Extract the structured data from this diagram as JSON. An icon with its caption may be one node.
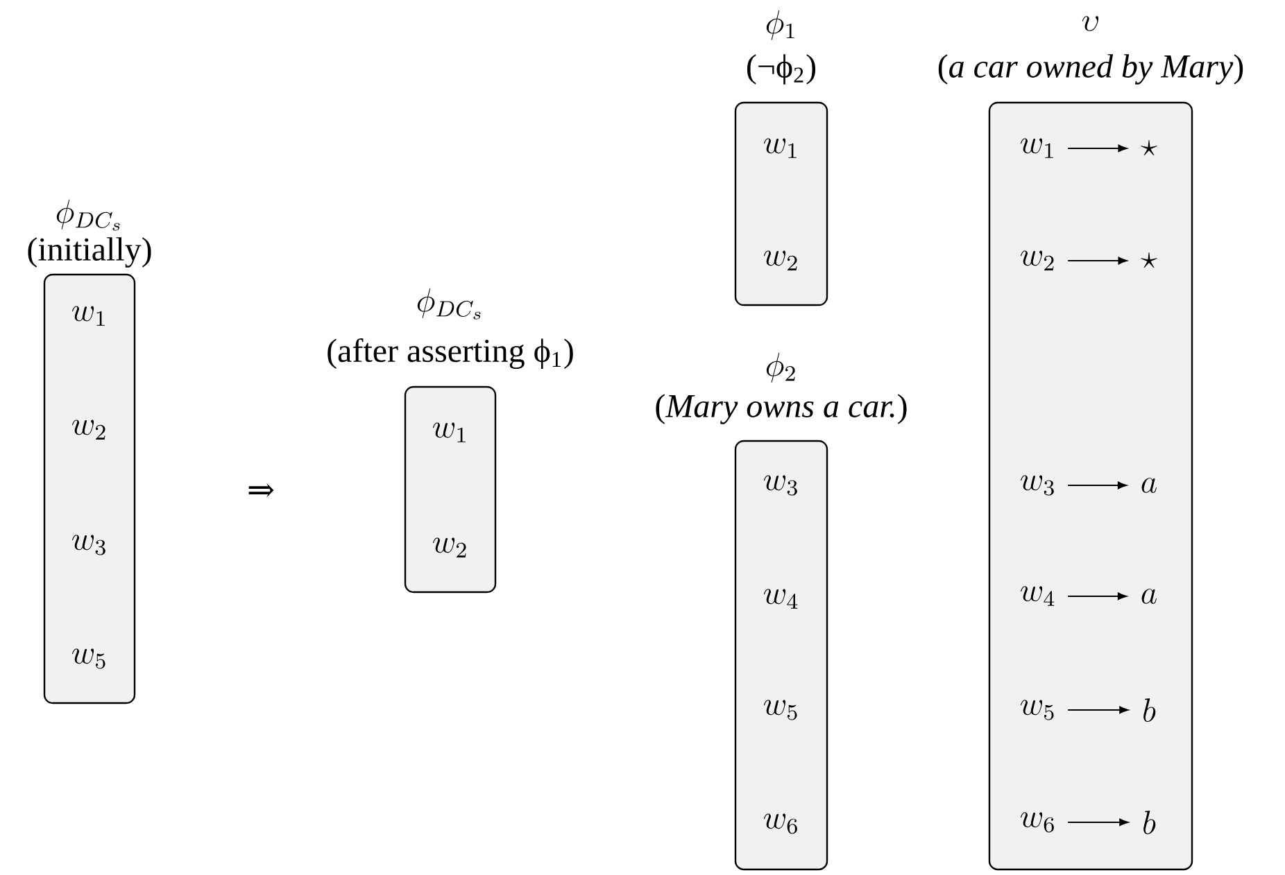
{
  "diagram": {
    "nodes": [
      {
        "text": [
          "\\phi_{DC_s}",
          "(initially)",
          "w_1",
          "w_2",
          "w_3",
          "w_5"
        ]
      },
      {
        "text": [
          "\\phi_{DC_s}",
          "(after asserting ϕ$_{1}$)",
          "w_1",
          "w_2"
        ]
      },
      {
        "text": [
          "\\phi_1",
          "(¬ϕ$_{2}$)",
          "w_1",
          "w_2"
        ]
      },
      {
        "text": [
          "\\phi_2",
          "(*Mary owns a car.*)",
          "w_3",
          "w_4",
          "w_5",
          "w_6"
        ]
      },
      {
        "text": [
          "\\upsilon",
          "(*a car owned by Mary*)"
        ]
      },
      {
        "text": [
          "w_1"
        ],
        "in": 4
      },
      {
        "text": [
          "\\star"
        ],
        "in": 4
      },
      {
        "text": [
          "w_2"
        ],
        "in": 4
      },
      {
        "text": [
          "\\star"
        ],
        "in": 4
      },
      {
        "text": [
          "w_3"
        ],
        "in": 4
      },
      {
        "text": [
          "a"
        ],
        "in": 4
      },
      {
        "text": [
          "w_4"
        ],
        "in": 4
      },
      {
        "text": [
          "a"
        ],
        "in": 4
      },
      {
        "text": [
          "w_5"
        ],
        "in": 4
      },
      {
        "text": [
          "b"
        ],
        "in": 4
      },
      {
        "text": [
          "w_6"
        ],
        "in": 4
      },
      {
        "text": [
          "b"
        ],
        "in": 4
      }
    ],
    "edges": [
      {
        "from": 5,
        "to": 6,
        "arrow": "to"
      },
      {
        "from": 7,
        "to": 8,
        "arrow": "to"
      },
      {
        "from": 9,
        "to": 10,
        "arrow": "to"
      },
      {
        "from": 11,
        "to": 12,
        "arrow": "to"
      },
      {
        "from": 13,
        "to": 14,
        "arrow": "to"
      },
      {
        "from": 15,
        "to": 16,
        "arrow": "to"
      }
    ],
    "labels": [
      "⇒"
    ]
  }
}
